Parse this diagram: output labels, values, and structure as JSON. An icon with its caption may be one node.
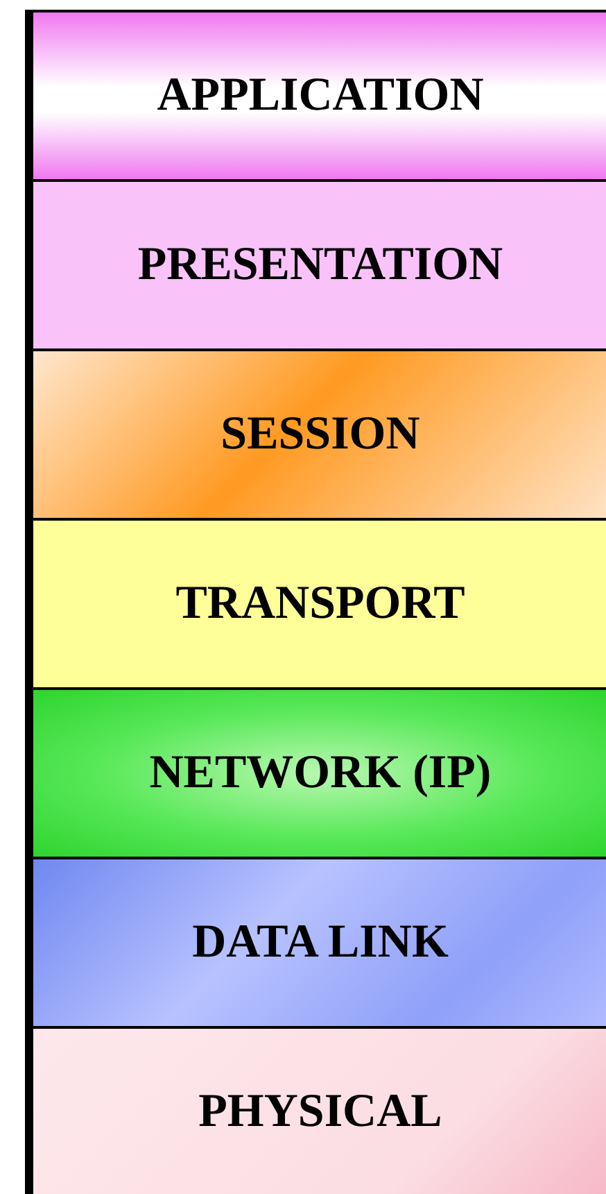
{
  "diagram": {
    "nodes": [
      {
        "text": [
          "APPLICATION"
        ]
      },
      {
        "text": [
          "PRESENTATION"
        ]
      },
      {
        "text": [
          "SESSION"
        ]
      },
      {
        "text": [
          "TRANSPORT"
        ]
      },
      {
        "text": [
          "NETWORK (IP)"
        ]
      },
      {
        "text": [
          "DATA LINK"
        ]
      },
      {
        "text": [
          "PHYSICAL"
        ]
      }
    ]
  }
}
